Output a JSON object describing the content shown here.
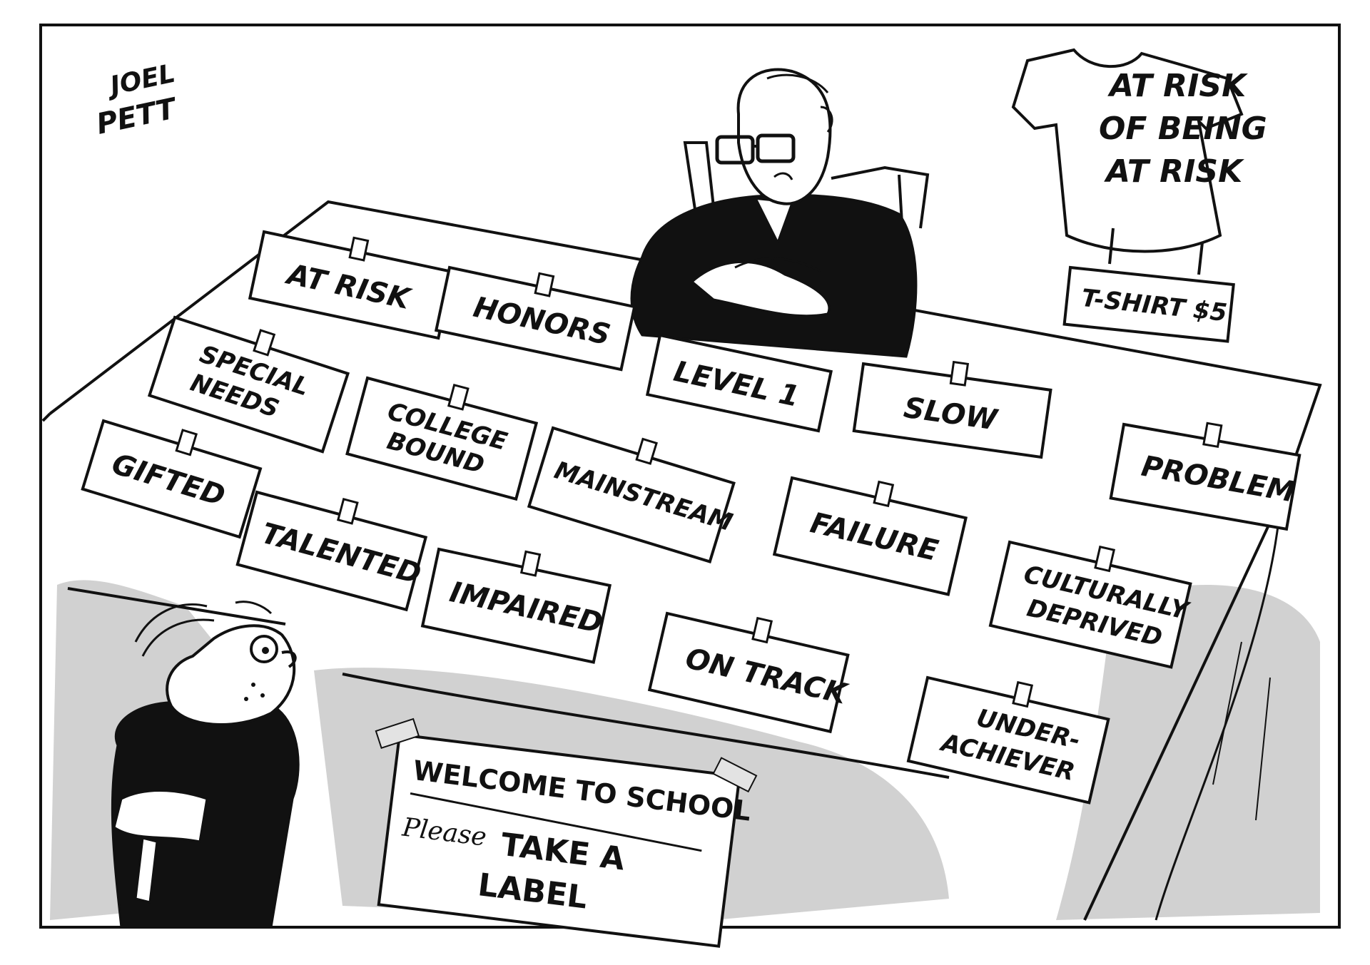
{
  "signature": "JOEL PETT",
  "labels": [
    {
      "id": "at-risk",
      "lines": [
        "AT RISK"
      ]
    },
    {
      "id": "honors",
      "lines": [
        "HONORS"
      ]
    },
    {
      "id": "special-needs",
      "lines": [
        "SPECIAL",
        "NEEDS"
      ]
    },
    {
      "id": "level-1",
      "lines": [
        "LEVEL 1"
      ]
    },
    {
      "id": "slow",
      "lines": [
        "SLOW"
      ]
    },
    {
      "id": "college-bound",
      "lines": [
        "COLLEGE",
        "BOUND"
      ]
    },
    {
      "id": "gifted",
      "lines": [
        "GIFTED"
      ]
    },
    {
      "id": "mainstream",
      "lines": [
        "MAINSTREAM"
      ]
    },
    {
      "id": "problem",
      "lines": [
        "PROBLEM"
      ]
    },
    {
      "id": "talented",
      "lines": [
        "TALENTED"
      ]
    },
    {
      "id": "failure",
      "lines": [
        "FAILURE"
      ]
    },
    {
      "id": "impaired",
      "lines": [
        "IMPAIRED"
      ]
    },
    {
      "id": "culturally-deprived",
      "lines": [
        "CULTURALLY",
        "DEPRIVED"
      ]
    },
    {
      "id": "on-track",
      "lines": [
        "ON TRACK"
      ]
    },
    {
      "id": "under-achiever",
      "lines": [
        "UNDER-",
        "ACHIEVER"
      ]
    }
  ],
  "tshirt": {
    "lines": [
      "AT RISK",
      "OF BEING",
      "AT RISK"
    ],
    "price": "T-SHIRT $5"
  },
  "sign": {
    "line1": "WELCOME TO SCHOOL",
    "please": "Please",
    "line2": "TAKE A",
    "line3": "LABEL"
  }
}
